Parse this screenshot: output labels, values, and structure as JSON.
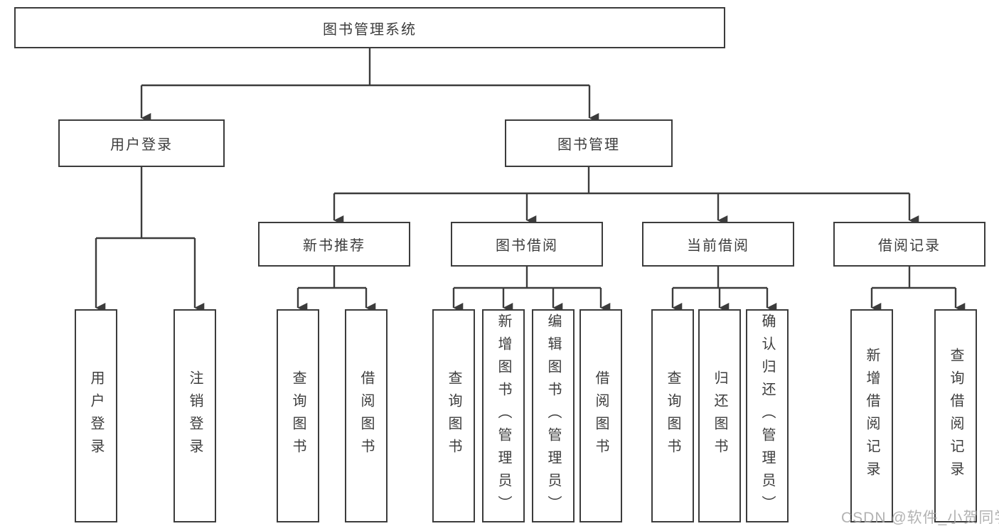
{
  "colors": {
    "line": "#3c3c3c",
    "box_border": "#3c3c3c",
    "text": "#3d3d3d",
    "background": "#ffffff",
    "watermark": "#a5a5a5"
  },
  "watermark": "CSDN @软件_小贺同学",
  "nodes": {
    "root": {
      "label": "图书管理系统"
    },
    "user_login": {
      "label": "用户登录"
    },
    "book_mgmt": {
      "label": "图书管理"
    },
    "new_book_rec": {
      "label": "新书推荐"
    },
    "book_borrow": {
      "label": "图书借阅"
    },
    "current_borrow": {
      "label": "当前借阅"
    },
    "borrow_record": {
      "label": "借阅记录"
    },
    "user_login_leaf": {
      "label": "用户登录"
    },
    "logout_leaf": {
      "label": "注销登录"
    },
    "nbr_query": {
      "label": "查询图书"
    },
    "nbr_borrow": {
      "label": "借阅图书"
    },
    "bb_query": {
      "label": "查询图书"
    },
    "bb_add": {
      "label": "新增图书（管理员）"
    },
    "bb_edit": {
      "label": "编辑图书（管理员）"
    },
    "bb_borrow": {
      "label": "借阅图书"
    },
    "cb_query": {
      "label": "查询图书"
    },
    "cb_return": {
      "label": "归还图书"
    },
    "cb_confirm": {
      "label": "确认归还（管理员）"
    },
    "br_add": {
      "label": "新增借阅记录"
    },
    "br_query": {
      "label": "查询借阅记录"
    }
  }
}
